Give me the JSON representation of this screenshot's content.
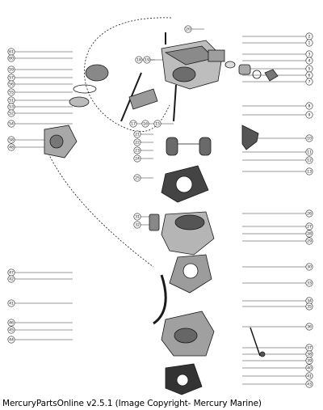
{
  "caption": "MercuryPartsOnline v2.5.1 (Image Copyright- Mercury Marine)",
  "callouts": {
    "right": [
      "2",
      "1",
      "3",
      "4",
      "5",
      "6",
      "7",
      "8",
      "9",
      "10",
      "11",
      "12",
      "13",
      "26",
      "27",
      "28",
      "29",
      "30",
      "33",
      "34",
      "35",
      "36",
      "37",
      "38",
      "39",
      "40",
      "41",
      "43"
    ],
    "left": [
      "61",
      "60",
      "59",
      "57",
      "56",
      "55",
      "51",
      "53",
      "52",
      "54",
      "58",
      "48",
      "47",
      "42",
      "41",
      "46",
      "45",
      "44"
    ],
    "inner": [
      "18",
      "19",
      "17",
      "16",
      "15",
      "20",
      "21",
      "22",
      "23",
      "24",
      "25",
      "31",
      "32"
    ]
  }
}
